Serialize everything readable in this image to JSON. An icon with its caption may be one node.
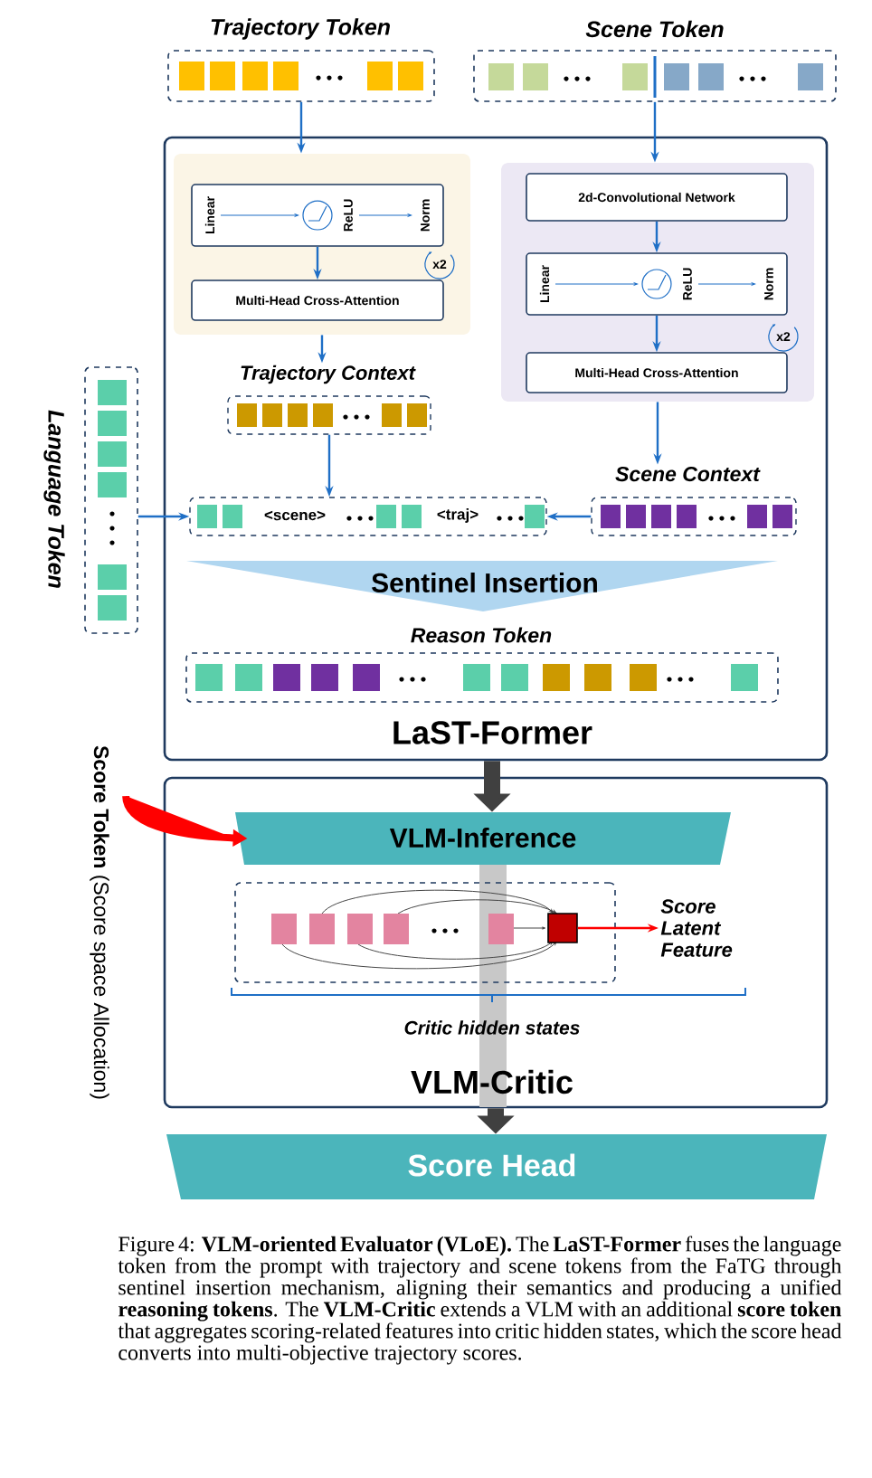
{
  "diagram": {
    "nodes": [
      {
        "text": [
          "Trajectory Token"
        ]
      },
      {
        "text": [
          "Scene Token"
        ]
      },
      {
        "text": [
          "LaST-Former"
        ]
      },
      {
        "text": [],
        "shape": "box",
        "in": 2
      },
      {
        "text": [
          "Linear",
          "ReLU",
          "Norm"
        ],
        "in": 3
      },
      {
        "text": [
          "Multi-Head Cross-Attention"
        ],
        "beside": [
          "x2"
        ],
        "in": 3
      },
      {
        "text": [],
        "shape": "box",
        "in": 2
      },
      {
        "text": [
          "2d-Convolutional Network"
        ],
        "in": 6
      },
      {
        "text": [
          "Linear",
          "ReLU",
          "Norm"
        ],
        "in": 6
      },
      {
        "text": [
          "Multi-Head Cross-Attention"
        ],
        "beside": [
          "x2"
        ],
        "in": 6
      },
      {
        "text": [
          "Trajectory Context"
        ],
        "in": 2
      },
      {
        "text": [
          "Scene Context"
        ],
        "in": 2
      },
      {
        "text": [
          "Language Token"
        ]
      },
      {
        "text": [
          "<scene>",
          "<traj>"
        ],
        "in": 2
      },
      {
        "text": [
          "Sentinel Insertion"
        ],
        "in": 2
      },
      {
        "text": [
          "Reason Token"
        ],
        "in": 2
      },
      {
        "text": [
          "VLM-Critic"
        ]
      },
      {
        "text": [
          "VLM-Inference"
        ],
        "in": 16
      },
      {
        "text": [],
        "shape": "box",
        "in": 16
      },
      {
        "text": [
          "Score Latent Feature"
        ],
        "in": 16
      },
      {
        "text": [
          "Score Head"
        ]
      },
      {
        "text": [
          "**Score Token** (Score space Allocation)"
        ]
      }
    ],
    "edges": [
      {
        "from": 0,
        "to": 3,
        "arrow": "to"
      },
      {
        "from": 1,
        "to": 6,
        "arrow": "to"
      },
      {
        "from": 4,
        "to": 5,
        "arrow": "to"
      },
      {
        "from": 7,
        "to": 8,
        "arrow": "to"
      },
      {
        "from": 8,
        "to": 9,
        "arrow": "to"
      },
      {
        "from": 3,
        "to": 10,
        "arrow": "to"
      },
      {
        "from": 6,
        "to": 11,
        "arrow": "to"
      },
      {
        "from": 10,
        "to": 13,
        "arrow": "to"
      },
      {
        "from": 11,
        "to": 13,
        "arrow": "to"
      },
      {
        "from": 12,
        "to": 13,
        "arrow": "to"
      },
      {
        "from": 2,
        "to": 17,
        "arrow": "to",
        "style": "thick",
        "color": "#404040"
      },
      {
        "from": 16,
        "to": 20,
        "arrow": "to",
        "style": "thick",
        "color": "#404040"
      },
      {
        "from": 21,
        "to": 17,
        "arrow": "to",
        "style": "thick",
        "color": "#ff0000"
      },
      {
        "from": 18,
        "to": 19,
        "arrow": "to",
        "color": "#ff0000"
      }
    ],
    "labels": [
      "Critic hidden states"
    ],
    "caption": "Figure 4: **VLM-oriented Evaluator (VLoE).** The **LaST-Former** fuses the language token from the prompt with trajectory and scene tokens from the FaTG through sentinel insertion mechanism, aligning their semantics and producing a unified **reasoning tokens**. The **VLM-Critic** extends a VLM with an additional **score token** that aggregates scoring-related features into critic hidden states, which the score head converts into multi-objective trajectory scores."
  }
}
